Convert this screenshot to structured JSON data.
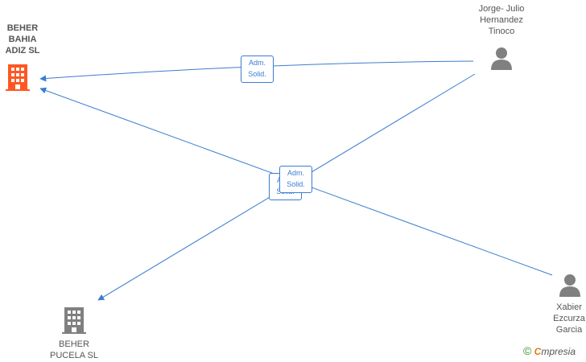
{
  "colors": {
    "edge": "#3a7dd1",
    "company_main": "#ff5722",
    "company_other": "#808080",
    "person": "#808080",
    "text": "#555555"
  },
  "nodes": {
    "beher_bahia": {
      "label": "BEHER\nBAHIA\nADIZ  SL",
      "icon": "building-icon"
    },
    "beher_pucela": {
      "label": "BEHER\nPUCELA  SL",
      "icon": "building-icon"
    },
    "jorge": {
      "label": "Jorge-  Julio\nHernandez\nTinoco",
      "icon": "person-icon"
    },
    "xabier": {
      "label": "Xabier\nEzcurza\nGarcia",
      "icon": "person-icon"
    }
  },
  "edges": [
    {
      "from": "Jorge-  Julio Hernandez Tinoco",
      "to": "BEHER BAHIA ADIZ SL",
      "label_1": "Adm.",
      "label_2": "Solid."
    },
    {
      "from": "Xabier Ezcurza Garcia",
      "to": "BEHER BAHIA ADIZ SL",
      "label_1": "Adm.",
      "label_2": "Solid."
    },
    {
      "from": "Jorge-  Julio Hernandez Tinoco",
      "to": "BEHER PUCELA SL",
      "label_1": "Adm.",
      "label_2": "Solid."
    }
  ],
  "brand": {
    "copyright": "©",
    "e": "C",
    "rest": "mpresia"
  }
}
